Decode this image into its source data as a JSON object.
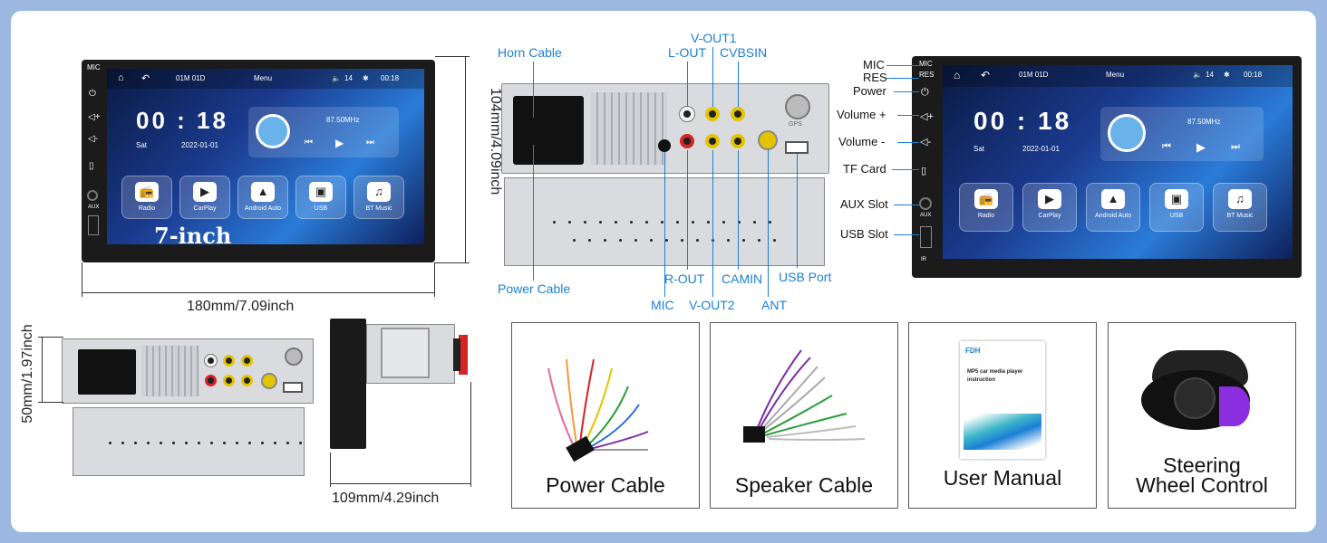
{
  "screen": {
    "date_code": "01M 01D",
    "menu": "Menu",
    "volume": "14",
    "time_small": "00:18",
    "clock": "00 : 18",
    "day": "Sat",
    "date": "2022-01-01",
    "freq": "87.50MHz",
    "side_labels": {
      "mic": "MIC",
      "res": "RES",
      "aux": "AUX",
      "ir": "IR"
    },
    "apps": [
      "Radio",
      "CarPlay",
      "Android Auto",
      "USB",
      "BT Music"
    ],
    "badge": "7-inch"
  },
  "dimensions": {
    "height_front": "104mm/4.09inch",
    "width_front": "180mm/7.09inch",
    "height_side": "50mm/1.97inch",
    "depth_side": "109mm/4.29inch"
  },
  "rear_labels": {
    "horn_cable": "Horn Cable",
    "power_cable": "Power Cable",
    "v_out1": "V-OUT1",
    "l_out": "L-OUT",
    "cvbsin": "CVBSIN",
    "r_out": "R-OUT",
    "camin": "CAMIN",
    "usb_port": "USB Port",
    "mic": "MIC",
    "v_out2": "V-OUT2",
    "ant": "ANT",
    "gps": "GPS"
  },
  "callouts": {
    "mic": "MIC",
    "res": "RES",
    "power": "Power",
    "vol_up": "Volume +",
    "vol_down": "Volume -",
    "tf_card": "TF Card",
    "aux_slot": "AUX Slot",
    "usb_slot": "USB Slot"
  },
  "accessories": {
    "power_cable": "Power Cable",
    "speaker_cable": "Speaker Cable",
    "user_manual": "User Manual",
    "manual_brand": "FDH",
    "manual_title": "MP5 car media player instruction",
    "steering_line1": "Steering",
    "steering_line2": "Wheel Control"
  },
  "colors": {
    "accent_blue": "#1a7fd6",
    "page_bg": "#9db8e0"
  }
}
